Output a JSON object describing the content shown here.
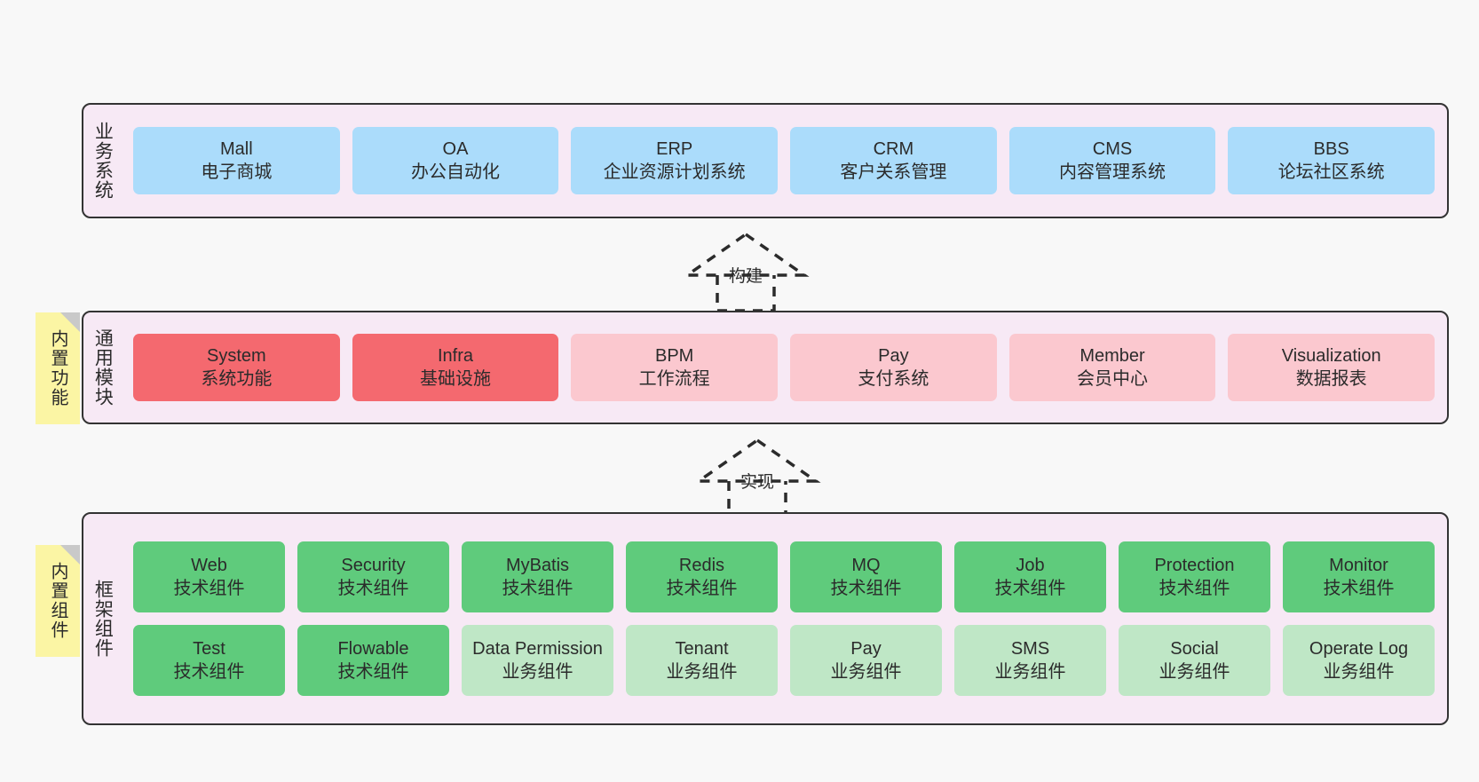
{
  "colors": {
    "canvas_bg": "#f8f8f8",
    "layer_bg": "#f7e9f5",
    "layer_border": "#333333",
    "business": "#abdcfb",
    "module_active": "#f4696f",
    "module_planned": "#fbc8cf",
    "framework_tech": "#5fcb7c",
    "framework_business": "#bfe7c6",
    "sticky": "#fbf5a4",
    "text": "#2b2b2b"
  },
  "layers": [
    {
      "id": "business-systems",
      "title": "业务系统",
      "sticky": null,
      "rows": [
        {
          "style": "blue",
          "cells": [
            {
              "en": "Mall",
              "cn": "电子商城"
            },
            {
              "en": "OA",
              "cn": "办公自动化"
            },
            {
              "en": "ERP",
              "cn": "企业资源计划系统"
            },
            {
              "en": "CRM",
              "cn": "客户关系管理"
            },
            {
              "en": "CMS",
              "cn": "内容管理系统"
            },
            {
              "en": "BBS",
              "cn": "论坛社区系统"
            }
          ]
        }
      ]
    },
    {
      "id": "common-modules",
      "title": "通用模块",
      "sticky": "内置功能",
      "rows": [
        {
          "style": "mixed",
          "cells": [
            {
              "en": "System",
              "cn": "系统功能",
              "style": "red"
            },
            {
              "en": "Infra",
              "cn": "基础设施",
              "style": "red"
            },
            {
              "en": "BPM",
              "cn": "工作流程",
              "style": "pink"
            },
            {
              "en": "Pay",
              "cn": "支付系统",
              "style": "pink"
            },
            {
              "en": "Member",
              "cn": "会员中心",
              "style": "pink"
            },
            {
              "en": "Visualization",
              "cn": "数据报表",
              "style": "pink"
            }
          ]
        }
      ]
    },
    {
      "id": "framework-components",
      "title": "框架组件",
      "sticky": "内置组件",
      "rows": [
        {
          "style": "green",
          "cells": [
            {
              "en": "Web",
              "cn": "技术组件"
            },
            {
              "en": "Security",
              "cn": "技术组件"
            },
            {
              "en": "MyBatis",
              "cn": "技术组件"
            },
            {
              "en": "Redis",
              "cn": "技术组件"
            },
            {
              "en": "MQ",
              "cn": "技术组件"
            },
            {
              "en": "Job",
              "cn": "技术组件"
            },
            {
              "en": "Protection",
              "cn": "技术组件"
            },
            {
              "en": "Monitor",
              "cn": "技术组件"
            }
          ]
        },
        {
          "style": "mixed",
          "cells": [
            {
              "en": "Test",
              "cn": "技术组件",
              "style": "green"
            },
            {
              "en": "Flowable",
              "cn": "技术组件",
              "style": "green"
            },
            {
              "en": "Data Permission",
              "cn": "业务组件",
              "style": "lightgreen"
            },
            {
              "en": "Tenant",
              "cn": "业务组件",
              "style": "lightgreen"
            },
            {
              "en": "Pay",
              "cn": "业务组件",
              "style": "lightgreen"
            },
            {
              "en": "SMS",
              "cn": "业务组件",
              "style": "lightgreen"
            },
            {
              "en": "Social",
              "cn": "业务组件",
              "style": "lightgreen"
            },
            {
              "en": "Operate Log",
              "cn": "业务组件",
              "style": "lightgreen"
            }
          ]
        }
      ]
    }
  ],
  "connectors": [
    {
      "id": "build",
      "label": "构建"
    },
    {
      "id": "implement",
      "label": "实现"
    }
  ]
}
